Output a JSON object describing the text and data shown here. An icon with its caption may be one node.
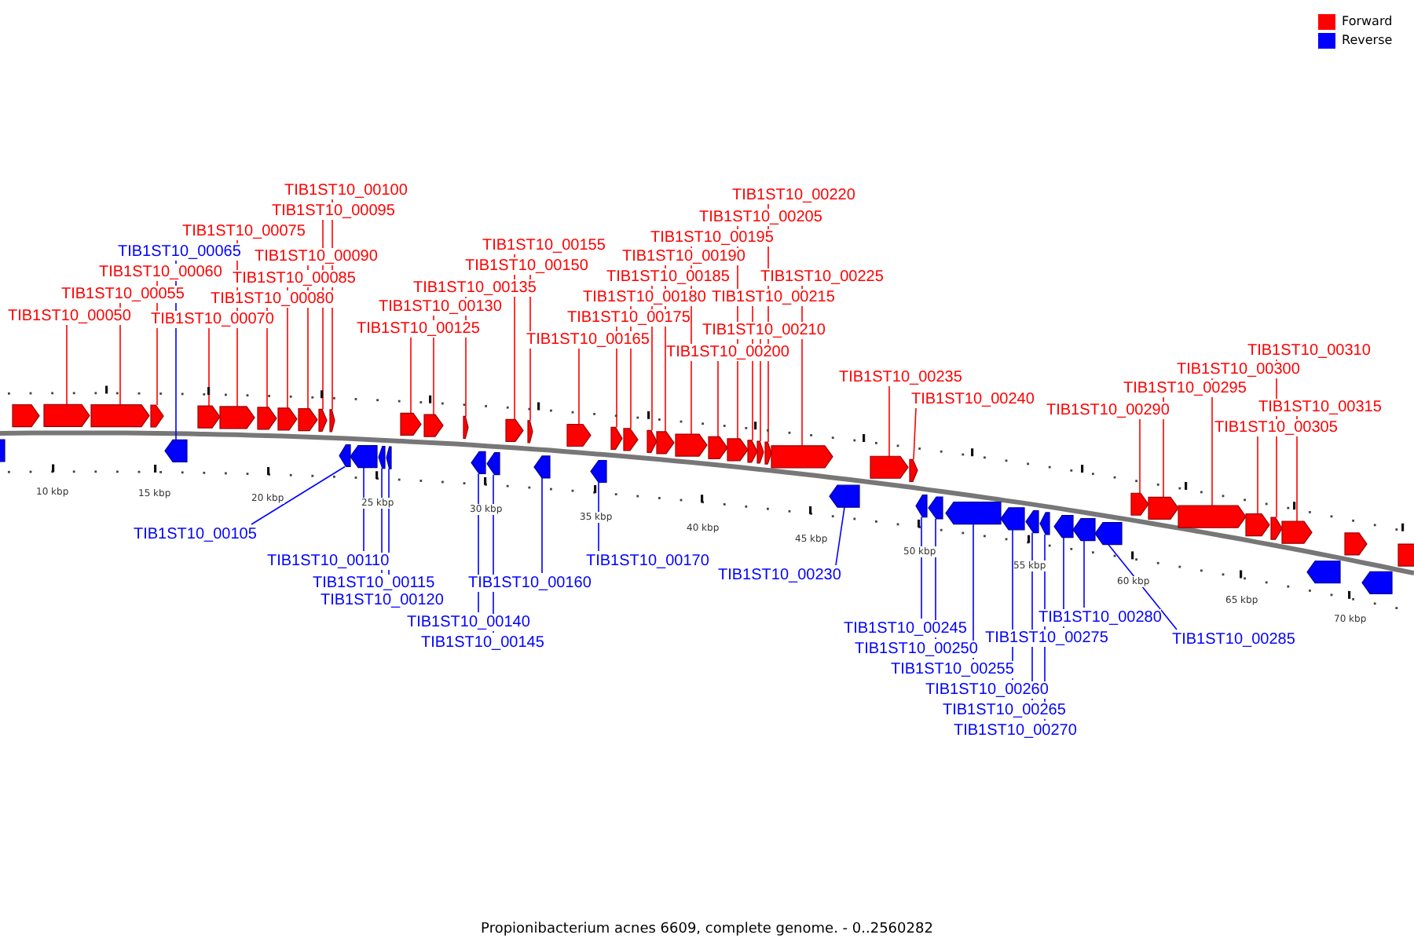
{
  "diagram": {
    "caption": "Propionibacterium acnes 6609, complete genome. - 0..2560282",
    "nodes": [
      {
        "text": [
          "TIB1ST10_00050"
        ]
      },
      {
        "text": [
          "TIB1ST10_00055"
        ]
      },
      {
        "text": [
          "TIB1ST10_00060"
        ]
      },
      {
        "text": [
          "TIB1ST10_00065"
        ]
      },
      {
        "text": [
          "TIB1ST10_00070"
        ]
      },
      {
        "text": [
          "TIB1ST10_00075"
        ]
      },
      {
        "text": [
          "TIB1ST10_00080"
        ]
      },
      {
        "text": [
          "TIB1ST10_00085"
        ]
      },
      {
        "text": [
          "TIB1ST10_00090"
        ]
      },
      {
        "text": [
          "TIB1ST10_00095"
        ]
      },
      {
        "text": [
          "TIB1ST10_00100"
        ]
      },
      {
        "text": [
          "TIB1ST10_00105"
        ]
      },
      {
        "text": [
          "TIB1ST10_00110"
        ]
      },
      {
        "text": [
          "TIB1ST10_00115"
        ]
      },
      {
        "text": [
          "TIB1ST10_00120"
        ]
      },
      {
        "text": [
          "TIB1ST10_00125"
        ]
      },
      {
        "text": [
          "TIB1ST10_00130"
        ]
      },
      {
        "text": [
          "TIB1ST10_00135"
        ]
      },
      {
        "text": [
          "TIB1ST10_00140"
        ]
      },
      {
        "text": [
          "TIB1ST10_00145"
        ]
      },
      {
        "text": [
          "TIB1ST10_00150"
        ]
      },
      {
        "text": [
          "TIB1ST10_00155"
        ]
      },
      {
        "text": [
          "TIB1ST10_00160"
        ]
      },
      {
        "text": [
          "TIB1ST10_00165"
        ]
      },
      {
        "text": [
          "TIB1ST10_00170"
        ]
      },
      {
        "text": [
          "TIB1ST10_00175"
        ]
      },
      {
        "text": [
          "TIB1ST10_00180"
        ]
      },
      {
        "text": [
          "TIB1ST10_00185"
        ]
      },
      {
        "text": [
          "TIB1ST10_00190"
        ]
      },
      {
        "text": [
          "TIB1ST10_00195"
        ]
      },
      {
        "text": [
          "TIB1ST10_00200"
        ]
      },
      {
        "text": [
          "TIB1ST10_00205"
        ]
      },
      {
        "text": [
          "TIB1ST10_00210"
        ]
      },
      {
        "text": [
          "TIB1ST10_00215"
        ]
      },
      {
        "text": [
          "TIB1ST10_00220"
        ]
      },
      {
        "text": [
          "TIB1ST10_00225"
        ]
      },
      {
        "text": [
          "TIB1ST10_00230"
        ]
      },
      {
        "text": [
          "TIB1ST10_00235"
        ]
      },
      {
        "text": [
          "TIB1ST10_00240"
        ]
      },
      {
        "text": [
          "TIB1ST10_00245"
        ]
      },
      {
        "text": [
          "TIB1ST10_00250"
        ]
      },
      {
        "text": [
          "TIB1ST10_00255"
        ]
      },
      {
        "text": [
          "TIB1ST10_00260"
        ]
      },
      {
        "text": [
          "TIB1ST10_00265"
        ]
      },
      {
        "text": [
          "TIB1ST10_00270"
        ]
      },
      {
        "text": [
          "TIB1ST10_00275"
        ]
      },
      {
        "text": [
          "TIB1ST10_00280"
        ]
      },
      {
        "text": [
          "TIB1ST10_00285"
        ]
      },
      {
        "text": [
          "TIB1ST10_00290"
        ]
      },
      {
        "text": [
          "TIB1ST10_00295"
        ]
      },
      {
        "text": [
          "TIB1ST10_00300"
        ]
      },
      {
        "text": [
          "TIB1ST10_00305"
        ]
      },
      {
        "text": [
          "TIB1ST10_00310"
        ]
      },
      {
        "text": [
          "TIB1ST10_00315"
        ]
      },
      {
        "text": [],
        "shape": "arrow"
      },
      {
        "text": [],
        "shape": "arrow"
      },
      {
        "text": [],
        "shape": "arrow"
      },
      {
        "text": [],
        "shape": "arrow"
      },
      {
        "text": [],
        "shape": "arrow"
      },
      {
        "text": [],
        "shape": "arrow"
      },
      {
        "text": [],
        "shape": "arrow"
      },
      {
        "text": [],
        "shape": "arrow"
      },
      {
        "text": [],
        "shape": "arrow"
      },
      {
        "text": [],
        "shape": "arrow"
      },
      {
        "text": [],
        "shape": "arrow"
      },
      {
        "text": [],
        "shape": "arrow"
      },
      {
        "text": [],
        "shape": "arrow"
      },
      {
        "text": [],
        "shape": "arrow"
      },
      {
        "text": [],
        "shape": "arrow"
      },
      {
        "text": [],
        "shape": "arrow"
      },
      {
        "text": [],
        "shape": "arrow"
      },
      {
        "text": [],
        "shape": "arrow"
      },
      {
        "text": [],
        "shape": "arrow"
      },
      {
        "text": [],
        "shape": "arrow"
      },
      {
        "text": [],
        "shape": "arrow"
      },
      {
        "text": [],
        "shape": "arrow"
      },
      {
        "text": [],
        "shape": "arrow"
      },
      {
        "text": [],
        "shape": "arrow"
      },
      {
        "text": [],
        "shape": "arrow"
      },
      {
        "text": [],
        "shape": "arrow"
      },
      {
        "text": [],
        "shape": "arrow"
      },
      {
        "text": [],
        "shape": "arrow"
      },
      {
        "text": [],
        "shape": "arrow"
      },
      {
        "text": [],
        "shape": "arrow"
      },
      {
        "text": [],
        "shape": "arrow"
      },
      {
        "text": [],
        "shape": "arrow"
      },
      {
        "text": [],
        "shape": "arrow"
      },
      {
        "text": [],
        "shape": "arrow"
      },
      {
        "text": [],
        "shape": "arrow"
      },
      {
        "text": [],
        "shape": "arrow"
      },
      {
        "text": [],
        "shape": "arrow"
      },
      {
        "text": [],
        "shape": "arrow"
      },
      {
        "text": [],
        "shape": "arrow"
      },
      {
        "text": [],
        "shape": "arrow"
      },
      {
        "text": [],
        "shape": "arrow"
      },
      {
        "text": [],
        "shape": "arrow"
      },
      {
        "text": [],
        "shape": "arrow"
      },
      {
        "text": [],
        "shape": "arrow"
      },
      {
        "text": [],
        "shape": "arrow"
      },
      {
        "text": [],
        "shape": "arrow"
      },
      {
        "text": [],
        "shape": "arrow"
      },
      {
        "text": [],
        "shape": "arrow"
      },
      {
        "text": [],
        "shape": "arrow"
      },
      {
        "text": [],
        "shape": "arrow"
      },
      {
        "text": [],
        "shape": "arrow"
      },
      {
        "text": [],
        "shape": "arrow"
      },
      {
        "text": [],
        "shape": "arrow"
      },
      {
        "text": [],
        "shape": "arrow"
      },
      {
        "text": [],
        "shape": "arrow"
      },
      {
        "text": [],
        "shape": "arrow"
      },
      {
        "text": [],
        "shape": "arrow"
      },
      {
        "text": [],
        "shape": "arrow"
      },
      {
        "text": [],
        "shape": "arrow"
      },
      {
        "text": [],
        "shape": "arrow"
      }
    ],
    "edges": [
      {
        "from": 0,
        "to": 54,
        "arrow": "none"
      },
      {
        "from": 1,
        "to": 55,
        "arrow": "none"
      },
      {
        "from": 2,
        "to": 56,
        "arrow": "none"
      },
      {
        "from": 3,
        "to": 57,
        "arrow": "none",
        "color": "#0000ff"
      },
      {
        "from": 4,
        "to": 58,
        "arrow": "none"
      },
      {
        "from": 5,
        "to": 59,
        "arrow": "none"
      },
      {
        "from": 6,
        "to": 60,
        "arrow": "none"
      },
      {
        "from": 7,
        "to": 61,
        "arrow": "none"
      },
      {
        "from": 8,
        "to": 62,
        "arrow": "none"
      },
      {
        "from": 9,
        "to": 63,
        "arrow": "none"
      },
      {
        "from": 10,
        "to": 64,
        "arrow": "none"
      },
      {
        "from": 11,
        "to": 65,
        "arrow": "none",
        "color": "#0000ff"
      },
      {
        "from": 12,
        "to": 66,
        "arrow": "none",
        "color": "#0000ff"
      },
      {
        "from": 13,
        "to": 67,
        "arrow": "none",
        "color": "#0000ff"
      },
      {
        "from": 14,
        "to": 68,
        "arrow": "none",
        "color": "#0000ff"
      },
      {
        "from": 15,
        "to": 69,
        "arrow": "none"
      },
      {
        "from": 16,
        "to": 70,
        "arrow": "none"
      },
      {
        "from": 17,
        "to": 71,
        "arrow": "none"
      },
      {
        "from": 18,
        "to": 72,
        "arrow": "none",
        "color": "#0000ff"
      },
      {
        "from": 19,
        "to": 73,
        "arrow": "none",
        "color": "#0000ff"
      },
      {
        "from": 20,
        "to": 74,
        "arrow": "none"
      },
      {
        "from": 21,
        "to": 75,
        "arrow": "none"
      },
      {
        "from": 22,
        "to": 76,
        "arrow": "none",
        "color": "#0000ff"
      },
      {
        "from": 23,
        "to": 77,
        "arrow": "none"
      },
      {
        "from": 24,
        "to": 78,
        "arrow": "none",
        "color": "#0000ff"
      },
      {
        "from": 25,
        "to": 79,
        "arrow": "none"
      },
      {
        "from": 26,
        "to": 80,
        "arrow": "none"
      },
      {
        "from": 27,
        "to": 81,
        "arrow": "none"
      },
      {
        "from": 28,
        "to": 82,
        "arrow": "none"
      },
      {
        "from": 29,
        "to": 83,
        "arrow": "none"
      },
      {
        "from": 30,
        "to": 84,
        "arrow": "none"
      },
      {
        "from": 31,
        "to": 85,
        "arrow": "none"
      },
      {
        "from": 32,
        "to": 86,
        "arrow": "none"
      },
      {
        "from": 33,
        "to": 87,
        "arrow": "none"
      },
      {
        "from": 34,
        "to": 88,
        "arrow": "none"
      },
      {
        "from": 35,
        "to": 89,
        "arrow": "none"
      },
      {
        "from": 36,
        "to": 90,
        "arrow": "none",
        "color": "#0000ff"
      },
      {
        "from": 37,
        "to": 91,
        "arrow": "none"
      },
      {
        "from": 38,
        "to": 92,
        "arrow": "none"
      },
      {
        "from": 39,
        "to": 93,
        "arrow": "none",
        "color": "#0000ff"
      },
      {
        "from": 40,
        "to": 94,
        "arrow": "none",
        "color": "#0000ff"
      },
      {
        "from": 41,
        "to": 95,
        "arrow": "none",
        "color": "#0000ff"
      },
      {
        "from": 42,
        "to": 96,
        "arrow": "none",
        "color": "#0000ff"
      },
      {
        "from": 43,
        "to": 97,
        "arrow": "none",
        "color": "#0000ff"
      },
      {
        "from": 44,
        "to": 98,
        "arrow": "none",
        "color": "#0000ff"
      },
      {
        "from": 45,
        "to": 99,
        "arrow": "none",
        "color": "#0000ff"
      },
      {
        "from": 46,
        "to": 100,
        "arrow": "none",
        "color": "#0000ff"
      },
      {
        "from": 47,
        "to": 101,
        "arrow": "none",
        "color": "#0000ff"
      },
      {
        "from": 48,
        "to": 102,
        "arrow": "none"
      },
      {
        "from": 49,
        "to": 103,
        "arrow": "none"
      },
      {
        "from": 50,
        "to": 104,
        "arrow": "none"
      },
      {
        "from": 51,
        "to": 105,
        "arrow": "none"
      },
      {
        "from": 52,
        "to": 106,
        "arrow": "none"
      },
      {
        "from": 53,
        "to": 107,
        "arrow": "none"
      }
    ],
    "labels": [
      "10 kbp",
      "15 kbp",
      "20 kbp",
      "25 kbp",
      "30 kbp",
      "35 kbp",
      "40 kbp",
      "45 kbp",
      "50 kbp",
      "55 kbp",
      "60 kbp",
      "65 kbp",
      "70 kbp"
    ],
    "legend": [
      {
        "text": "Forward",
        "color": "#ff0000"
      },
      {
        "text": "Reverse",
        "color": "#0000ff"
      }
    ]
  }
}
